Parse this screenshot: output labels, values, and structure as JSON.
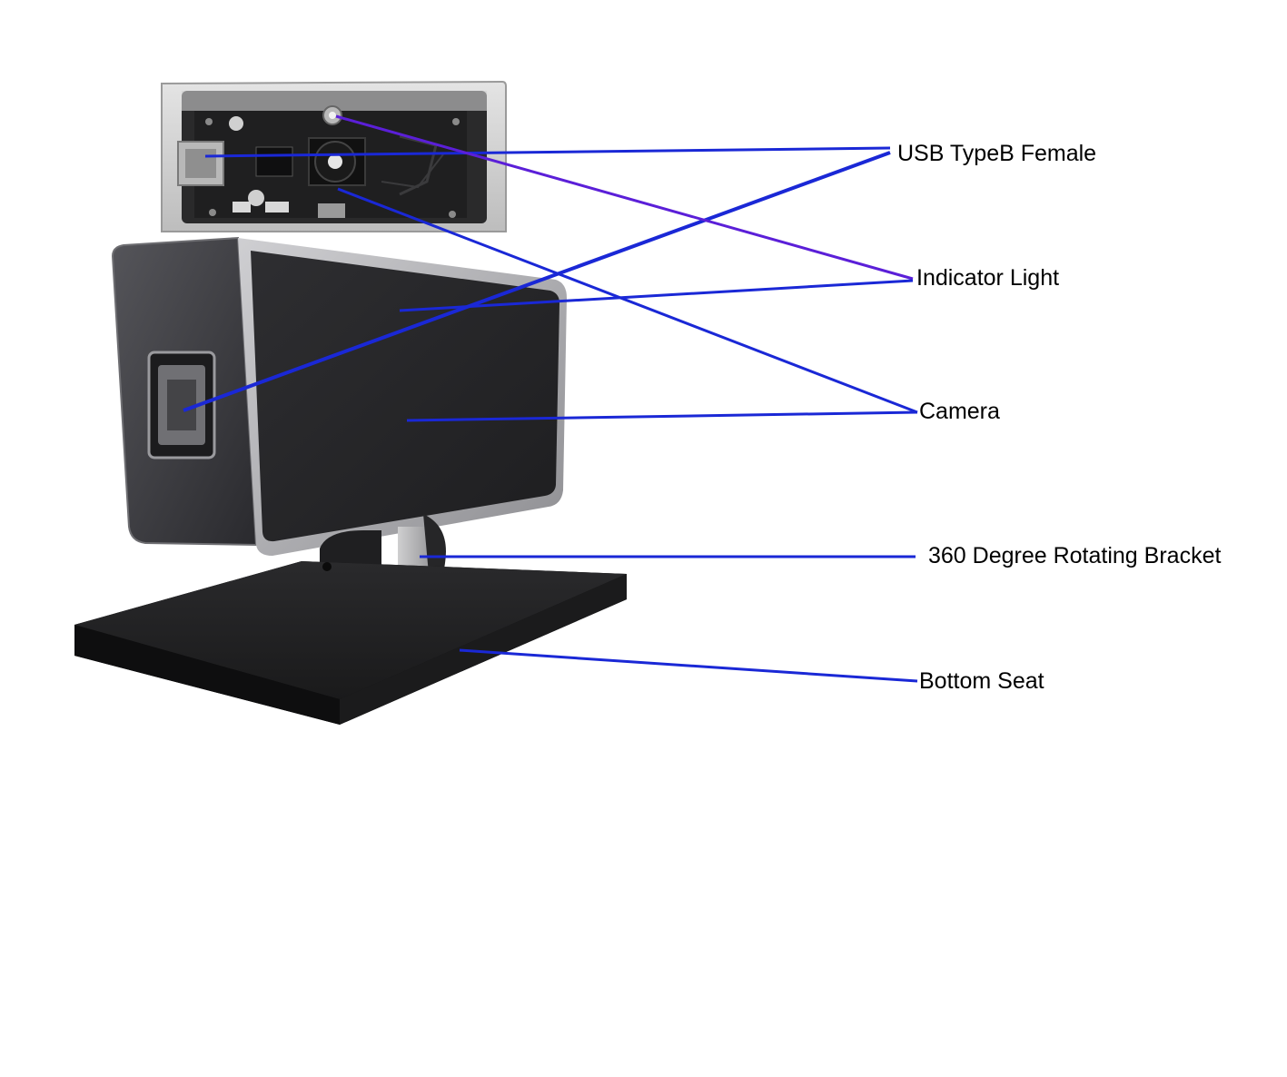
{
  "labels": {
    "usb": "USB TypeB Female",
    "indicator": "Indicator Light",
    "camera": "Camera",
    "bracket": "360 Degree Rotating Bracket",
    "seat": "Bottom Seat"
  },
  "colors": {
    "leader_primary": "#1a28d6",
    "leader_violet": "#5b1fd8",
    "housing_grey": "#d2d2d2",
    "body_dark": "#2b2b2f",
    "bezel_silver": "#a9a9ad",
    "base_black": "#1c1c1e"
  }
}
